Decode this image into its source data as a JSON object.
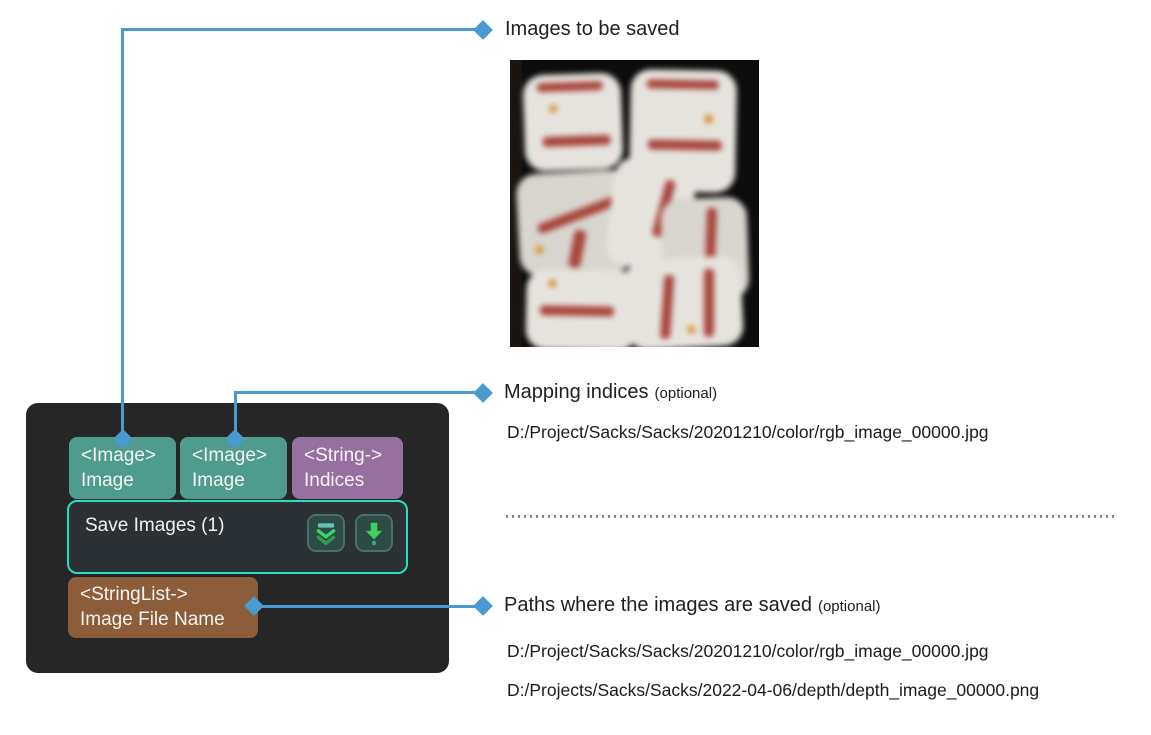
{
  "annotations": {
    "images_to_be_saved": {
      "label": "Images to be saved"
    },
    "mapping_indices": {
      "label": "Mapping indices",
      "optional_tag": "(optional)",
      "path": "D:/Project/Sacks/Sacks/20201210/color/rgb_image_00000.jpg"
    },
    "paths_where_saved": {
      "label": "Paths where the images are saved",
      "optional_tag": "(optional)",
      "paths": [
        "D:/Project/Sacks/Sacks/20201210/color/rgb_image_00000.jpg",
        "D:/Projects/Sacks/Sacks/2022-04-06/depth/depth_image_00000.png"
      ]
    }
  },
  "node_graph": {
    "node_title": "Save Images (1)",
    "input_ports": [
      {
        "type": "<Image>",
        "name": "Image",
        "color": "#4f9b8d"
      },
      {
        "type": "<Image>",
        "name": "Image",
        "color": "#4f9b8d"
      },
      {
        "type": "<String->",
        "name": "Indices",
        "color": "#96709f"
      }
    ],
    "output_port": {
      "type": "<StringList->",
      "name": "Image File Name",
      "color": "#8d5c38"
    },
    "toolbar_icons": [
      "collapse-parameters-icon",
      "download-icon"
    ]
  },
  "colors": {
    "connector_blue": "#4a9ad2",
    "node_border_teal": "#26debe",
    "panel_background": "#262626",
    "node_body_background": "#2b3134",
    "port_teal": "#4f9b8d",
    "port_purple": "#96709f",
    "port_brown": "#8d5c38",
    "icon_green": "#3ed164",
    "icon_teal": "#66c2b0"
  }
}
